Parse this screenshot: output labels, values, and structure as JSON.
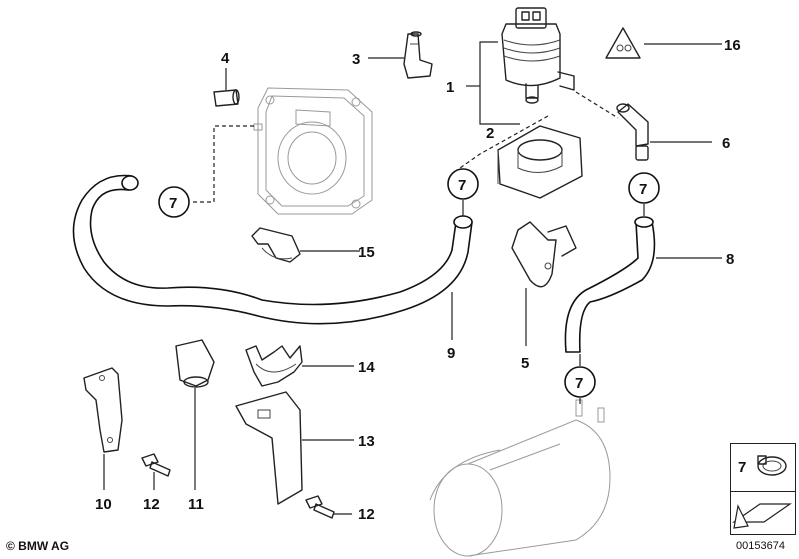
{
  "diagram": {
    "callouts": [
      "1",
      "2",
      "3",
      "4",
      "5",
      "6",
      "7",
      "7",
      "7",
      "7",
      "8",
      "9",
      "10",
      "11",
      "12",
      "12",
      "13",
      "14",
      "15",
      "16"
    ]
  },
  "inset": {
    "label": "7"
  },
  "footer": {
    "copyright": "© BMW AG",
    "reference_number": "00153674"
  }
}
